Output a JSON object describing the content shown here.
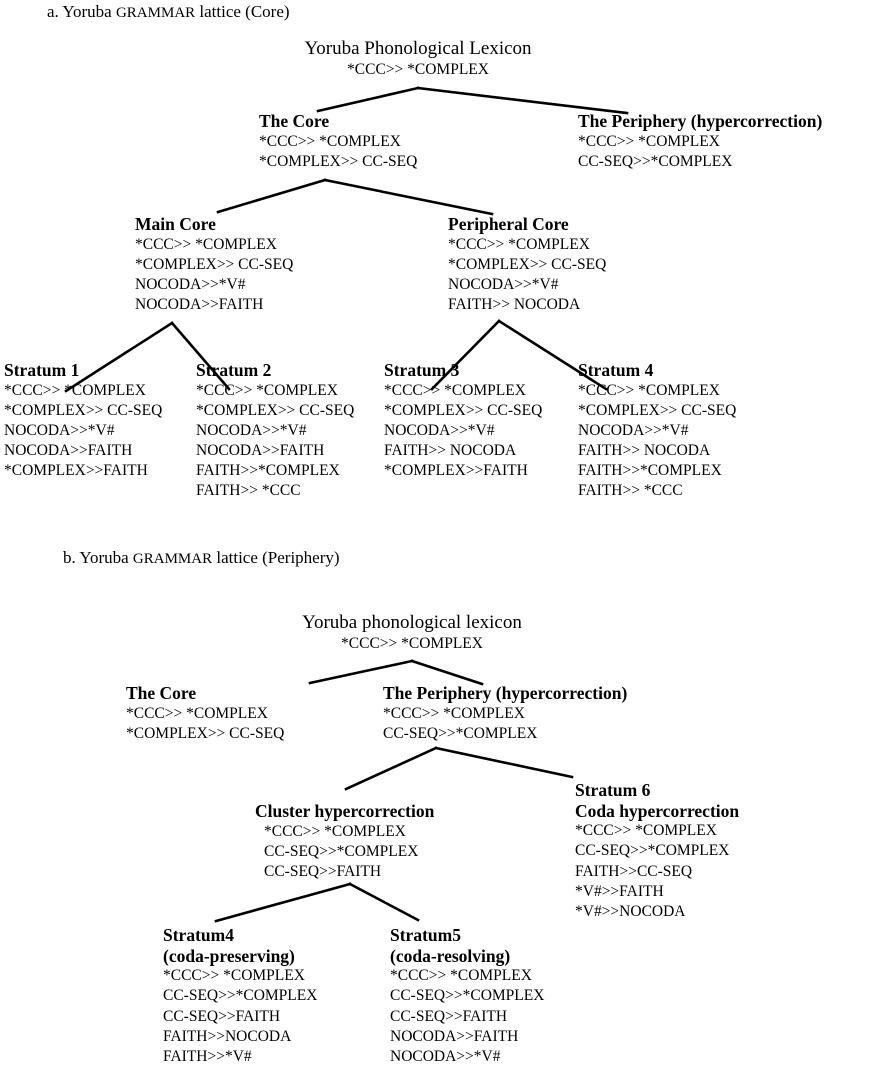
{
  "figure": {
    "panel_a": {
      "caption": "a. Yoruba GRAMMAR lattice (Core)",
      "caption_parts": {
        "label": "a.",
        "pre": "Yoruba",
        "smallcaps": "GRAMMAR",
        "post": "lattice (Core)"
      },
      "root": {
        "title": "Yoruba Phonological Lexicon",
        "constraints": [
          "*CCC>> *COMPLEX"
        ]
      },
      "level2": [
        {
          "title": "The Core",
          "constraints": [
            "*CCC>> *COMPLEX",
            "*COMPLEX>> CC-SEQ"
          ]
        },
        {
          "title": "The Periphery (hypercorrection)",
          "constraints": [
            "*CCC>> *COMPLEX",
            "CC-SEQ>>*COMPLEX"
          ]
        }
      ],
      "level3": [
        {
          "title": "Main Core",
          "constraints": [
            "*CCC>> *COMPLEX",
            "*COMPLEX>> CC-SEQ",
            "NOCODA>>*V#",
            "NOCODA>>FAITH"
          ]
        },
        {
          "title": "Peripheral Core",
          "constraints": [
            "*CCC>> *COMPLEX",
            "*COMPLEX>> CC-SEQ",
            "NOCODA>>*V#",
            "FAITH>> NOCODA"
          ]
        }
      ],
      "level4": [
        {
          "title": "Stratum 1",
          "constraints": [
            "*CCC>> *COMPLEX",
            "*COMPLEX>> CC-SEQ",
            "NOCODA>>*V#",
            "NOCODA>>FAITH",
            "*COMPLEX>>FAITH"
          ]
        },
        {
          "title": "Stratum 2",
          "constraints": [
            "*CCC>> *COMPLEX",
            "*COMPLEX>> CC-SEQ",
            "NOCODA>>*V#",
            "NOCODA>>FAITH",
            "FAITH>>*COMPLEX",
            "FAITH>> *CCC"
          ]
        },
        {
          "title": "Stratum 3",
          "constraints": [
            "*CCC>> *COMPLEX",
            "*COMPLEX>> CC-SEQ",
            "NOCODA>>*V#",
            "FAITH>> NOCODA",
            "*COMPLEX>>FAITH"
          ]
        },
        {
          "title": "Stratum 4",
          "constraints": [
            "*CCC>> *COMPLEX",
            "*COMPLEX>> CC-SEQ",
            "NOCODA>>*V#",
            "FAITH>> NOCODA",
            "FAITH>>*COMPLEX",
            "FAITH>> *CCC"
          ]
        }
      ]
    },
    "panel_b": {
      "caption": "b. Yoruba GRAMMAR lattice (Periphery)",
      "caption_parts": {
        "label": "b.",
        "pre": "Yoruba",
        "smallcaps": "GRAMMAR",
        "post": "lattice (Periphery)"
      },
      "root": {
        "title": "Yoruba phonological lexicon",
        "constraints": [
          "*CCC>> *COMPLEX"
        ]
      },
      "level2": [
        {
          "title": "The Core",
          "constraints": [
            "*CCC>> *COMPLEX",
            "*COMPLEX>> CC-SEQ"
          ]
        },
        {
          "title": "The Periphery (hypercorrection)",
          "constraints": [
            "*CCC>> *COMPLEX",
            "CC-SEQ>>*COMPLEX"
          ]
        }
      ],
      "level3": [
        {
          "title": "Cluster hypercorrection",
          "over_title": "",
          "constraints": [
            "*CCC>> *COMPLEX",
            "CC-SEQ>>*COMPLEX",
            "CC-SEQ>>FAITH"
          ]
        },
        {
          "title": "Coda hypercorrection",
          "over_title": "Stratum 6",
          "constraints": [
            "*CCC>> *COMPLEX",
            "CC-SEQ>>*COMPLEX",
            "FAITH>>CC-SEQ",
            "*V#>>FAITH",
            "*V#>>NOCODA"
          ]
        }
      ],
      "level4": [
        {
          "title": "Stratum4",
          "subtitle": "(coda-preserving)",
          "constraints": [
            "*CCC>> *COMPLEX",
            "CC-SEQ>>*COMPLEX",
            "CC-SEQ>>FAITH",
            "FAITH>>NOCODA",
            "FAITH>>*V#"
          ]
        },
        {
          "title": "Stratum5",
          "subtitle": "(coda-resolving)",
          "constraints": [
            "*CCC>> *COMPLEX",
            "CC-SEQ>>*COMPLEX",
            "CC-SEQ>>FAITH",
            "NOCODA>>FAITH",
            "NOCODA>>*V#"
          ]
        }
      ]
    }
  },
  "style": {
    "line_color": "#000000",
    "text_color": "#000000",
    "background": "#ffffff"
  }
}
